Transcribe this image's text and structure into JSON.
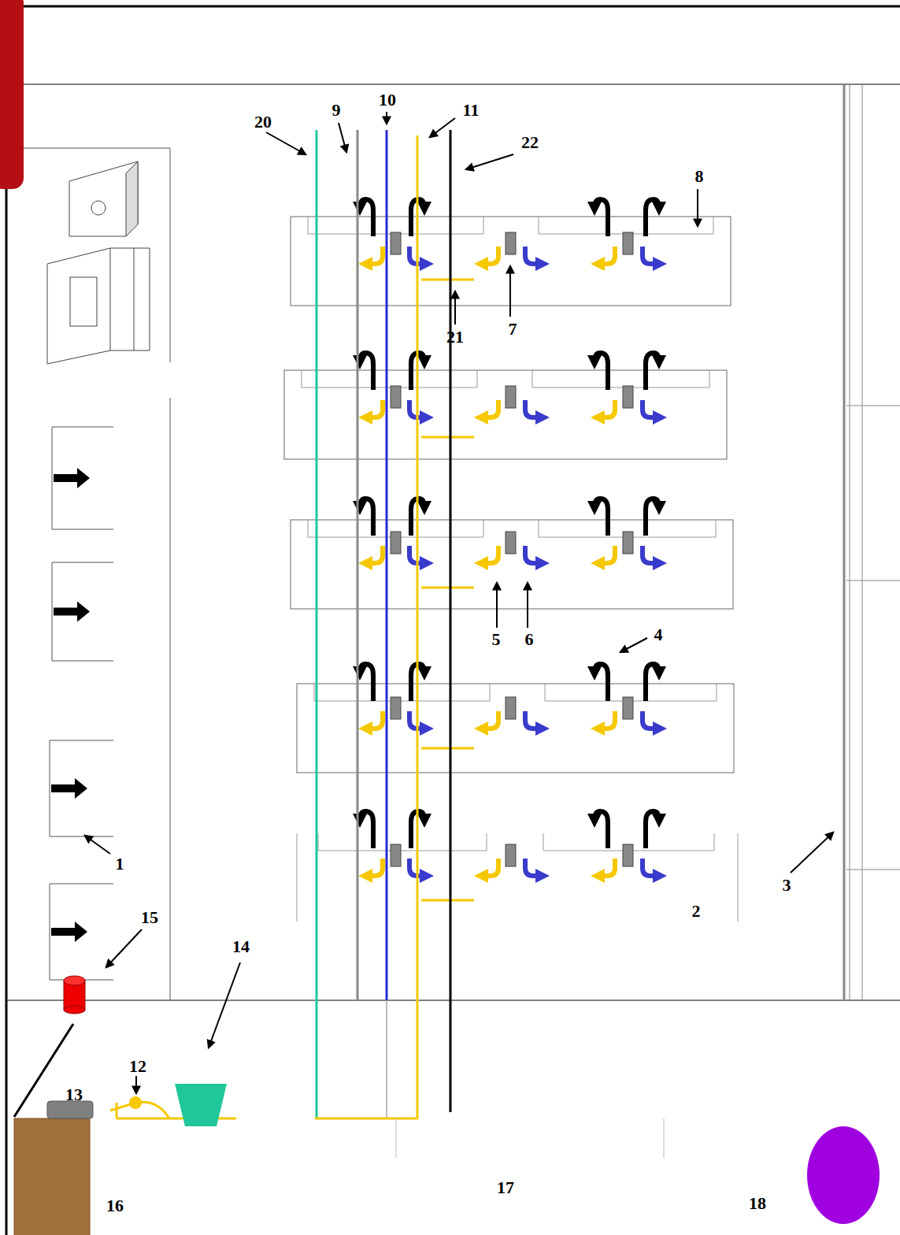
{
  "diagram": {
    "labels": [
      "20",
      "9",
      "10",
      "11",
      "22",
      "8",
      "21",
      "7",
      "5",
      "6",
      "4",
      "1",
      "3",
      "2",
      "15",
      "14",
      "12",
      "13",
      "16",
      "17",
      "18"
    ]
  }
}
